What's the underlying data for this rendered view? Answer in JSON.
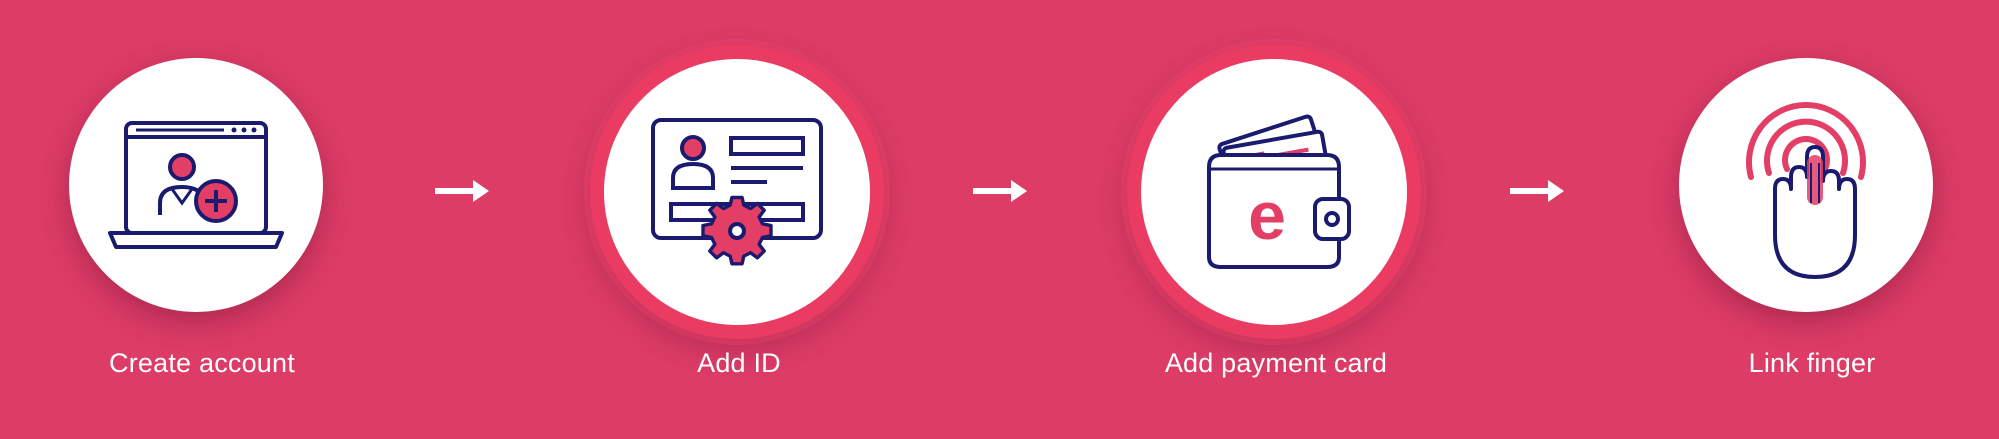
{
  "steps": [
    {
      "label": "Create account",
      "icon": "laptop-add-user-icon"
    },
    {
      "label": "Add ID",
      "icon": "id-card-gear-icon"
    },
    {
      "label": "Add payment card",
      "icon": "wallet-icon",
      "wallet_letter": "e"
    },
    {
      "label": "Link finger",
      "icon": "fingerprint-touch-icon"
    }
  ],
  "colors": {
    "background": "#dc3c66",
    "accent": "#e23e66",
    "ring": "#ea3b63",
    "icon_stroke": "#1a1a6e",
    "circle_fill": "#ffffff"
  }
}
